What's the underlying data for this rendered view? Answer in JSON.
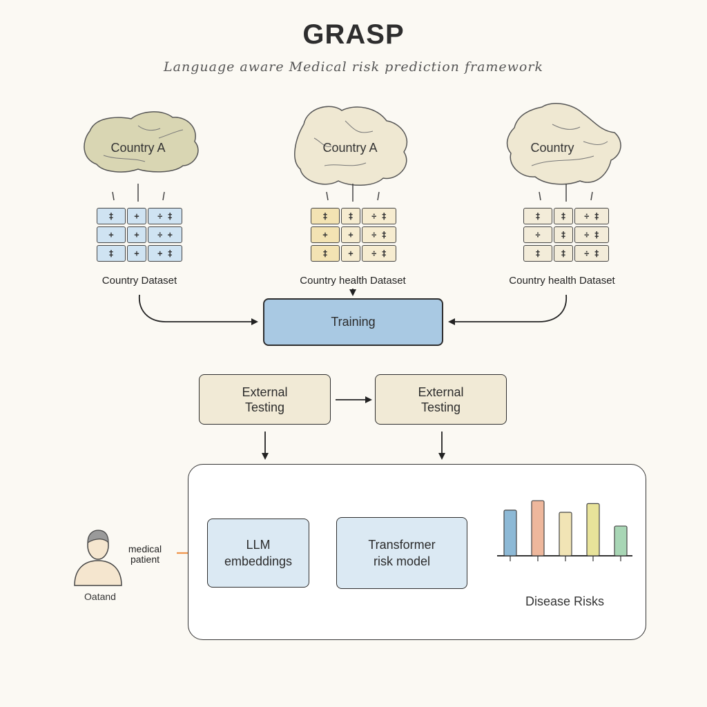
{
  "title": "GRASP",
  "subtitle": "Language aware Medical risk prediction framework",
  "countries": [
    {
      "label": "Country A",
      "dataset_label": "Country Dataset",
      "cloud_color": "#d9d6b3",
      "table_color": "#cfe3f2"
    },
    {
      "label": "Country A",
      "dataset_label": "Country health Dataset",
      "cloud_color": "#efe8d2",
      "table_color": "#f3e3b3"
    },
    {
      "label": "Country",
      "dataset_label": "Country health Dataset",
      "cloud_color": "#efe8d2",
      "table_color": "#f3ecd9"
    }
  ],
  "training": {
    "label": "Training"
  },
  "external_testing": [
    {
      "line1": "External",
      "line2": "Testing"
    },
    {
      "line1": "External",
      "line2": "Testing"
    }
  ],
  "pipeline": {
    "patient_icon": "person-icon",
    "patient_label_line1": "medical",
    "patient_label_line2": "patient",
    "patient_caption": "Oatand",
    "llm_line1": "LLM",
    "llm_line2": "embeddings",
    "transformer_line1": "Transformer",
    "transformer_line2": "risk model",
    "risk_title": "Disease Risks"
  },
  "chart_data": {
    "type": "bar",
    "title": "Disease Risks",
    "categories": [
      "",
      "",
      "",
      "",
      ""
    ],
    "values": [
      0.63,
      0.76,
      0.6,
      0.72,
      0.41
    ],
    "colors": [
      "#8db9d6",
      "#eeb79c",
      "#f1e4b5",
      "#e8e39a",
      "#a8d6b5"
    ],
    "ylim": [
      0,
      1
    ],
    "grid": false
  },
  "colors": {
    "accent_blue": "#a9c9e3",
    "testing_beige": "#f1ead6",
    "arrow_orange": "#f0954a",
    "arrow_dark": "#2f4f5f"
  }
}
